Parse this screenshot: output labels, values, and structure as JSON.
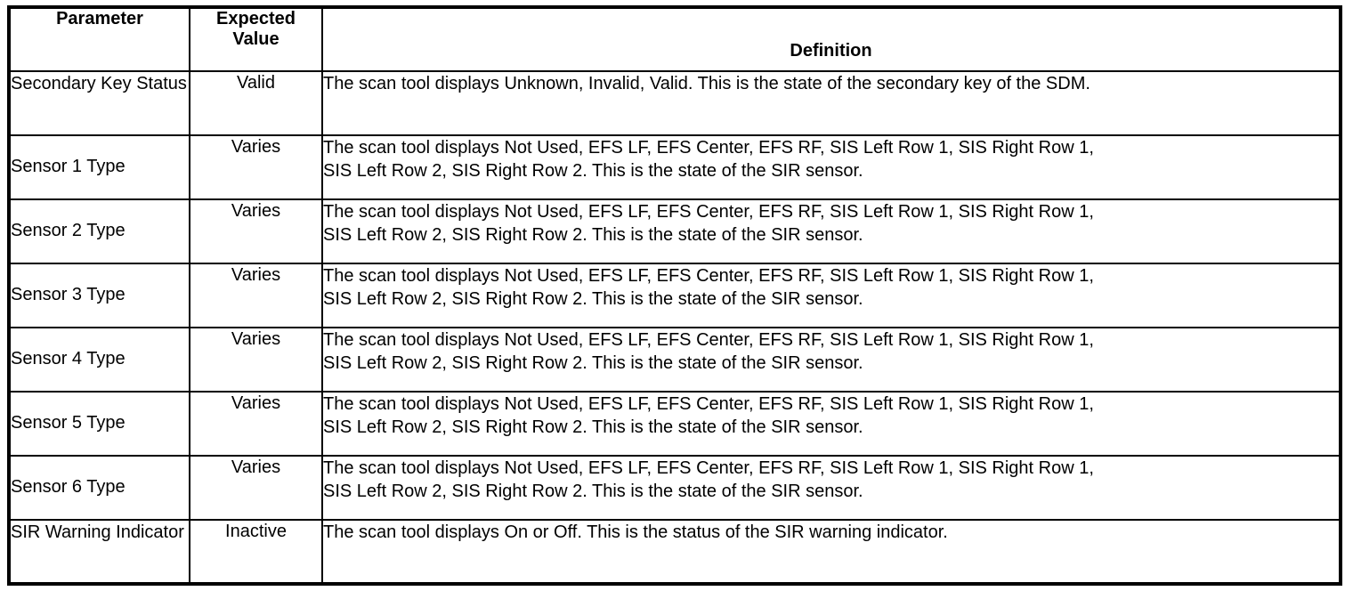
{
  "table": {
    "headers": {
      "parameter": "Parameter",
      "expected_value_line1": "Expected",
      "expected_value_line2": "Value",
      "definition": "Definition"
    },
    "rows": [
      {
        "parameter": "Secondary Key Status",
        "expected_value": "Valid",
        "definition": "The scan tool displays Unknown, Invalid, Valid. This is the state of the secondary key of the SDM."
      },
      {
        "parameter": "Sensor 1 Type",
        "expected_value": "Varies",
        "definition": "The scan tool displays Not Used, EFS LF, EFS Center, EFS RF, SIS Left Row 1, SIS Right Row 1,\nSIS Left Row 2, SIS Right Row 2. This is the state of the SIR sensor."
      },
      {
        "parameter": "Sensor 2 Type",
        "expected_value": "Varies",
        "definition": "The scan tool displays Not Used, EFS LF, EFS Center, EFS RF, SIS Left Row 1, SIS Right Row 1,\nSIS Left Row 2, SIS Right Row 2. This is the state of the SIR sensor."
      },
      {
        "parameter": "Sensor 3 Type",
        "expected_value": "Varies",
        "definition": "The scan tool displays Not Used, EFS LF, EFS Center, EFS RF, SIS Left Row 1, SIS Right Row 1,\nSIS Left Row 2, SIS Right Row 2. This is the state of the SIR sensor."
      },
      {
        "parameter": "Sensor 4 Type",
        "expected_value": "Varies",
        "definition": "The scan tool displays Not Used, EFS LF, EFS Center, EFS RF, SIS Left Row 1, SIS Right Row 1,\nSIS Left Row 2, SIS Right Row 2. This is the state of the SIR sensor."
      },
      {
        "parameter": "Sensor 5 Type",
        "expected_value": "Varies",
        "definition": "The scan tool displays Not Used, EFS LF, EFS Center, EFS RF, SIS Left Row 1, SIS Right Row 1,\nSIS Left Row 2, SIS Right Row 2. This is the state of the SIR sensor."
      },
      {
        "parameter": "Sensor 6 Type",
        "expected_value": "Varies",
        "definition": "The scan tool displays Not Used, EFS LF, EFS Center, EFS RF, SIS Left Row 1, SIS Right Row 1,\nSIS Left Row 2, SIS Right Row 2. This is the state of the SIR sensor."
      },
      {
        "parameter": "SIR Warning Indicator",
        "expected_value": "Inactive",
        "definition": "The scan tool displays On or Off. This is the status of the SIR warning indicator."
      }
    ]
  },
  "colors": {
    "border": "#000000",
    "text": "#000000",
    "background": "#ffffff"
  }
}
